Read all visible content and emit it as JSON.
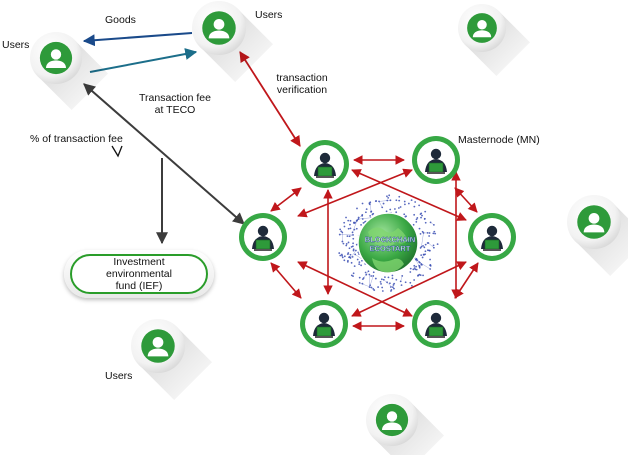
{
  "labels": {
    "goods": "Goods",
    "users_top": "Users",
    "users_left": "Users",
    "users_bottom": "Users",
    "transaction_fee": "Transaction fee\nat TECO",
    "pct_fee": "% of transaction fee",
    "transaction_verification": "transaction\nverification",
    "masternode": "Masternode (MN)",
    "ief": "Investment\nenvironmental\nfund (IEF)",
    "blockchain_line1": "BLOCKCHAIN",
    "blockchain_line2": "ECOSTART"
  },
  "colors": {
    "user_green": "#2e9a3a",
    "ring_green": "#37a845",
    "goods_arrow": "#1a4a8a",
    "fee_arrow": "#1c6e8a",
    "red_arrow": "#c0171b",
    "gray_arrow": "#3c3c3c",
    "network_blue": "#3a4db3"
  },
  "icons": {
    "user": "user-avatar-icon",
    "masternode": "masternode-operator-icon",
    "globe": "blockchain-globe-icon"
  }
}
